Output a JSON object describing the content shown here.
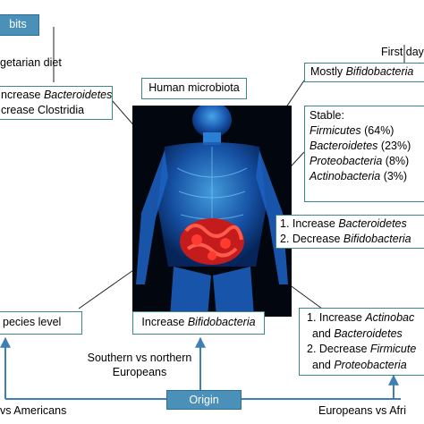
{
  "top_left_tab": "bits",
  "vegetarian_label": "getarian diet",
  "first_day_label": "First day",
  "human_microbiota_label": "Human microbiota",
  "mostly_box": {
    "prefix": "Mostly ",
    "italic": "Bifidobacteria"
  },
  "left_effects": [
    {
      "prefix": "ncrease ",
      "italic": "Bacteroidetes"
    },
    {
      "prefix": "crease Clostridia",
      "italic": ""
    }
  ],
  "stable_box": {
    "title": "Stable:",
    "rows": [
      {
        "italic": "Firmicutes",
        "suffix": " (64%)"
      },
      {
        "italic": "Bacteroidetes",
        "suffix": " (23%)"
      },
      {
        "italic": "Proteobacteria",
        "suffix": " (8%)"
      },
      {
        "italic": "Actinobacteria",
        "suffix": " (3%)"
      }
    ]
  },
  "right_middle_box": [
    {
      "prefix": "1. Increase ",
      "italic": "Bacteroidetes"
    },
    {
      "prefix": "2. Decrease ",
      "italic": "Bifidobacteria"
    }
  ],
  "species_label": "pecies level",
  "increase_bifido": {
    "prefix": "Increase ",
    "italic": "Bifidobacteria"
  },
  "bottom_right_box": [
    {
      "prefix": "1. Increase ",
      "italic": "Actinobac"
    },
    {
      "prefix": "and ",
      "italic": "Bacteroidetes"
    },
    {
      "prefix": "2. Decrease ",
      "italic": "Firmicute"
    },
    {
      "prefix": "and ",
      "italic": "Proteobacteria"
    }
  ],
  "southern_label_1": "Southern vs northern",
  "southern_label_2": "Europeans",
  "origin_label": "Origin",
  "left_bottom_label": "vs Americans",
  "right_bottom_label": "Europeans vs Afri",
  "colors": {
    "teal_border": "#3c8a86",
    "origin_fill": "#4a90b8",
    "arrow_blue": "#3f7fb5"
  }
}
